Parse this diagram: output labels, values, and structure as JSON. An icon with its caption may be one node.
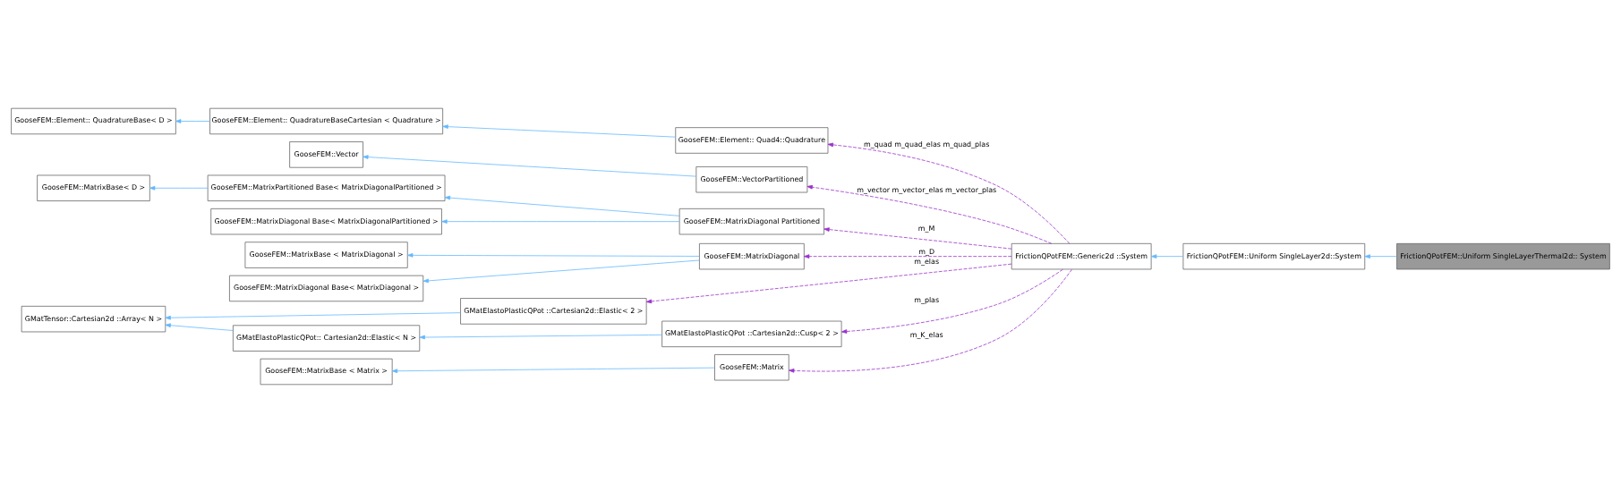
{
  "diagram": {
    "nodes": [
      {
        "text": [
          "FrictionQPotFEM::Uniform SingleLayerThermal2d:: System"
        ]
      },
      {
        "text": [
          "FrictionQPotFEM::Uniform SingleLayer2d::System"
        ]
      },
      {
        "text": [
          "FrictionQPotFEM::Generic2d ::System"
        ]
      },
      {
        "text": [
          "GooseFEM::Element:: Quad4::Quadrature"
        ]
      },
      {
        "text": [
          "GooseFEM::Element:: QuadratureBaseCartesian < Quadrature >"
        ]
      },
      {
        "text": [
          "GooseFEM::Element:: QuadratureBase< D >"
        ]
      },
      {
        "text": [
          "GooseFEM::VectorPartitioned"
        ]
      },
      {
        "text": [
          "GooseFEM::Vector"
        ]
      },
      {
        "text": [
          "GooseFEM::MatrixDiagonal Partitioned"
        ]
      },
      {
        "text": [
          "GooseFEM::MatrixPartitioned Base< MatrixDiagonalPartitioned >"
        ]
      },
      {
        "text": [
          "GooseFEM::MatrixBase< D >"
        ]
      },
      {
        "text": [
          "GooseFEM::MatrixDiagonal Base< MatrixDiagonalPartitioned >"
        ]
      },
      {
        "text": [
          "GooseFEM::MatrixDiagonal"
        ]
      },
      {
        "text": [
          "GooseFEM::MatrixBase < MatrixDiagonal >"
        ]
      },
      {
        "text": [
          "GooseFEM::MatrixDiagonal Base< MatrixDiagonal >"
        ]
      },
      {
        "text": [
          "GMatElastoPlasticQPot ::Cartesian2d::Elastic< 2 >"
        ]
      },
      {
        "text": [
          "GMatTensor::Cartesian2d ::Array< N >"
        ]
      },
      {
        "text": [
          "GMatElastoPlasticQPot ::Cartesian2d::Cusp< 2 >"
        ]
      },
      {
        "text": [
          "GMatElastoPlasticQPot:: Cartesian2d::Elastic< N >"
        ]
      },
      {
        "text": [
          "GooseFEM::Matrix"
        ]
      },
      {
        "text": [
          "GooseFEM::MatrixBase < Matrix >"
        ]
      }
    ],
    "edges": [
      {
        "from": 0,
        "to": 1,
        "arrow": "to"
      },
      {
        "from": 1,
        "to": 2,
        "arrow": "to"
      },
      {
        "from": 2,
        "to": 3,
        "arrow": "to",
        "label": "m_quad m_quad_elas m_quad_plas",
        "style": "dashed",
        "color": "#9a32cd"
      },
      {
        "from": 3,
        "to": 4,
        "arrow": "to"
      },
      {
        "from": 4,
        "to": 5,
        "arrow": "to"
      },
      {
        "from": 2,
        "to": 6,
        "arrow": "to",
        "label": "m_vector m_vector_elas m_vector_plas",
        "style": "dashed",
        "color": "#9a32cd"
      },
      {
        "from": 6,
        "to": 7,
        "arrow": "to"
      },
      {
        "from": 2,
        "to": 8,
        "arrow": "to",
        "label": "m_M",
        "style": "dashed",
        "color": "#9a32cd"
      },
      {
        "from": 8,
        "to": 9,
        "arrow": "to"
      },
      {
        "from": 9,
        "to": 10,
        "arrow": "to"
      },
      {
        "from": 8,
        "to": 11,
        "arrow": "to"
      },
      {
        "from": 2,
        "to": 12,
        "arrow": "to",
        "label": "m_D",
        "style": "dashed",
        "color": "#9a32cd"
      },
      {
        "from": 12,
        "to": 13,
        "arrow": "to"
      },
      {
        "from": 12,
        "to": 14,
        "arrow": "to"
      },
      {
        "from": 2,
        "to": 15,
        "arrow": "to",
        "label": "m_elas",
        "style": "dashed",
        "color": "#9a32cd"
      },
      {
        "from": 15,
        "to": 16,
        "arrow": "to"
      },
      {
        "from": 2,
        "to": 17,
        "arrow": "to",
        "label": "m_plas",
        "style": "dashed",
        "color": "#9a32cd"
      },
      {
        "from": 17,
        "to": 18,
        "arrow": "to"
      },
      {
        "from": 18,
        "to": 16,
        "arrow": "to"
      },
      {
        "from": 2,
        "to": 19,
        "arrow": "to",
        "label": "m_K_elas",
        "style": "dashed",
        "color": "#9a32cd"
      },
      {
        "from": 19,
        "to": 20,
        "arrow": "to"
      }
    ]
  }
}
